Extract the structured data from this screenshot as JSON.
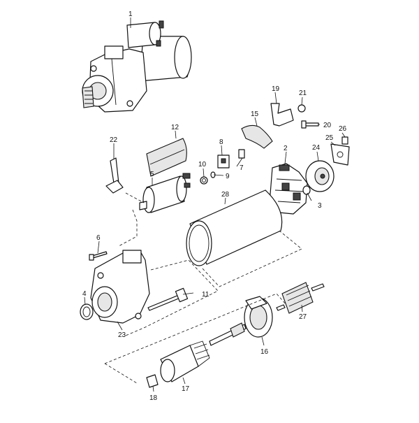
{
  "diagram": {
    "callouts": [
      {
        "id": "1",
        "text": "1"
      },
      {
        "id": "2",
        "text": "2"
      },
      {
        "id": "3",
        "text": "3"
      },
      {
        "id": "4",
        "text": "4"
      },
      {
        "id": "5",
        "text": "5"
      },
      {
        "id": "6",
        "text": "6"
      },
      {
        "id": "7",
        "text": "7"
      },
      {
        "id": "8",
        "text": "8"
      },
      {
        "id": "9",
        "text": "9"
      },
      {
        "id": "10",
        "text": "10"
      },
      {
        "id": "11",
        "text": "11"
      },
      {
        "id": "12",
        "text": "12"
      },
      {
        "id": "15",
        "text": "15"
      },
      {
        "id": "16",
        "text": "16"
      },
      {
        "id": "17",
        "text": "17"
      },
      {
        "id": "18",
        "text": "18"
      },
      {
        "id": "19",
        "text": "19"
      },
      {
        "id": "20",
        "text": "20"
      },
      {
        "id": "21",
        "text": "21"
      },
      {
        "id": "22",
        "text": "22"
      },
      {
        "id": "23",
        "text": "23"
      },
      {
        "id": "24",
        "text": "24"
      },
      {
        "id": "25",
        "text": "25"
      },
      {
        "id": "26",
        "text": "26"
      },
      {
        "id": "27",
        "text": "27"
      },
      {
        "id": "28",
        "text": "28"
      }
    ]
  }
}
